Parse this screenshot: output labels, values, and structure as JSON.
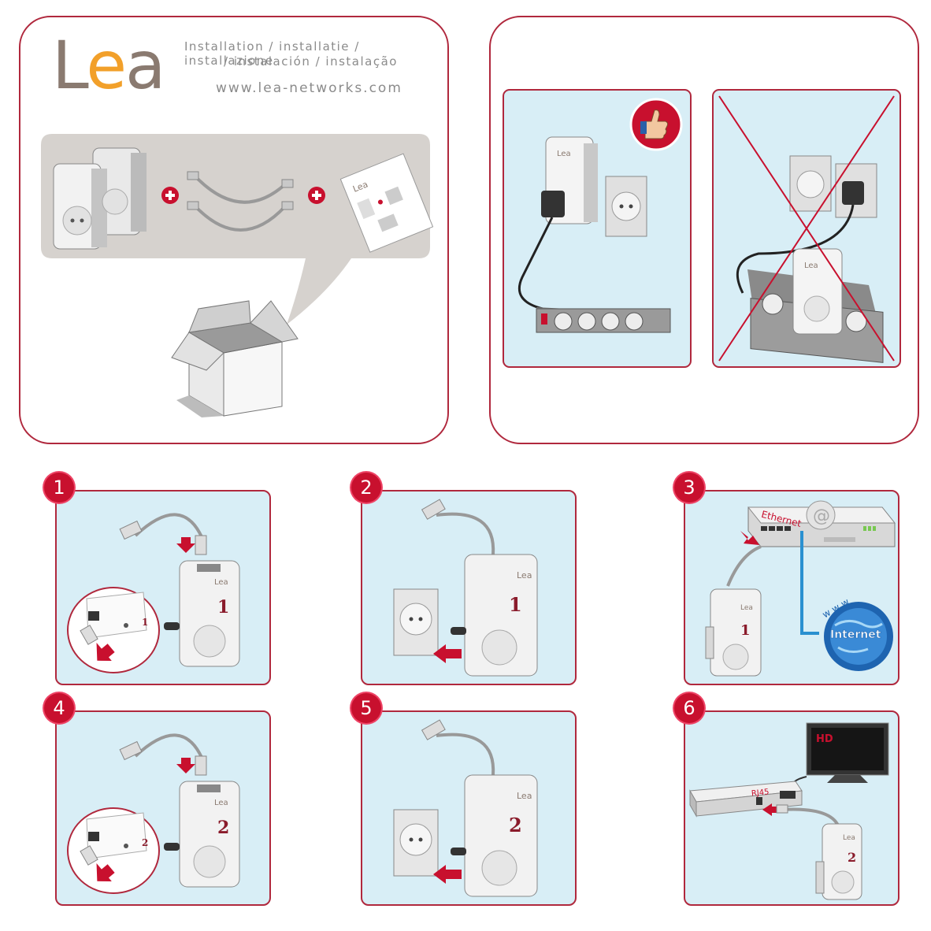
{
  "header": {
    "logo": {
      "l": "L",
      "e": "e",
      "a": "a"
    },
    "subtitle_line1": "Installation / installatie / installazione",
    "subtitle_line2": "/ instalación / instalação",
    "website": "www.lea-networks.com"
  },
  "steps": [
    {
      "badge": "1",
      "device_number": "1",
      "inset_number": "1"
    },
    {
      "badge": "2",
      "device_number": "1"
    },
    {
      "badge": "3",
      "device_number": "1",
      "ethernet_label": "Ethernet",
      "www_label": "w w w",
      "internet_label": "Internet"
    },
    {
      "badge": "4",
      "device_number": "2",
      "inset_number": "2"
    },
    {
      "badge": "5",
      "device_number": "2"
    },
    {
      "badge": "6",
      "device_number": "2",
      "hd_label": "HD",
      "rj45_label": "RJ45"
    }
  ],
  "colors": {
    "accent": "#b0283d",
    "panel_blue": "#d8eef6",
    "badge_red": "#c8102e",
    "gray_box": "#d6d2ce",
    "logo_orange": "#f2a02a",
    "logo_gray": "#8a7a70"
  }
}
